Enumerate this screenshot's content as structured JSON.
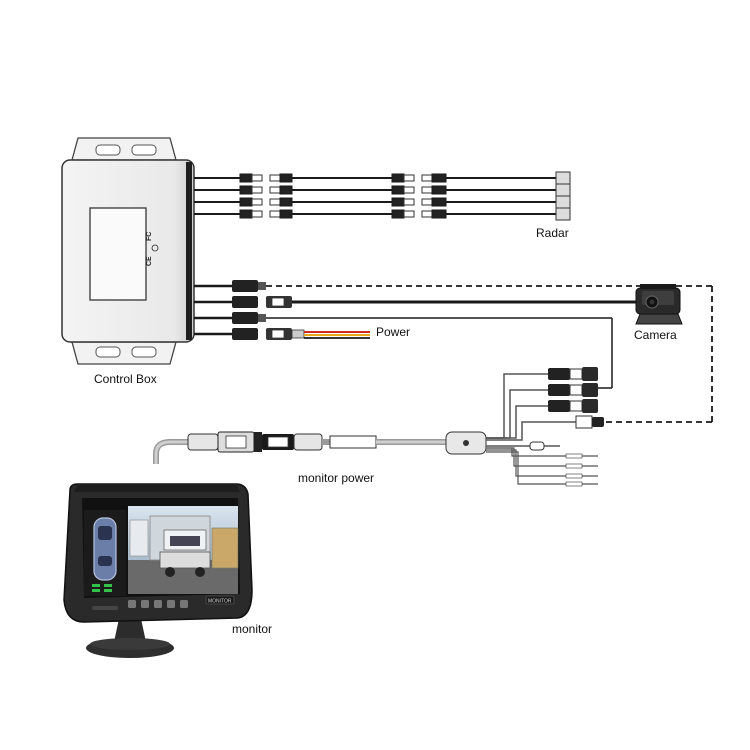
{
  "labels": {
    "control_box": "Control Box",
    "radar": "Radar",
    "power": "Power",
    "camera": "Camera",
    "monitor_power": "monitor power",
    "monitor": "monitor"
  },
  "marks": {
    "fcc": "FC",
    "ce": "CE",
    "monitor_brand": "MONITOR"
  },
  "colors": {
    "cable": "#1a1a1a",
    "box_outline": "#333333",
    "power_red": "#cc2a1a",
    "power_yellow": "#e8a81a",
    "monitor_body": "#2a2a2a",
    "screen_sky": "#9fb8cc",
    "led_green": "#35c24a"
  }
}
